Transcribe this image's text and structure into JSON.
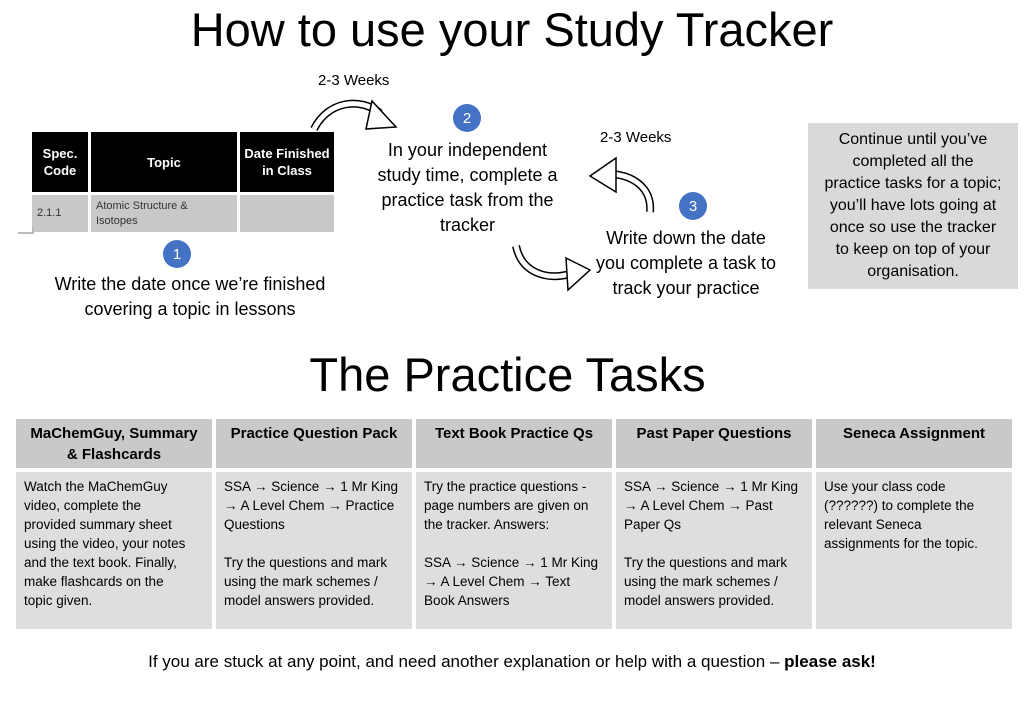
{
  "title": "How to use your Study Tracker",
  "mini_table": {
    "headers": [
      "Spec. Code",
      "Topic",
      "Date Finished in Class"
    ],
    "row": [
      "2.1.1",
      "Atomic Structure & Isotopes",
      ""
    ]
  },
  "steps": [
    {
      "number": "1",
      "text_lines": [
        "Write the date once we’re finished",
        "covering a topic in lessons"
      ]
    },
    {
      "number": "2",
      "text_lines": [
        "In your independent",
        "study time, complete a",
        "practice task from the",
        "tracker"
      ]
    },
    {
      "number": "3",
      "text_lines": [
        "Write down the date",
        "you complete a task to",
        "track your practice"
      ]
    }
  ],
  "weeks_label_1": "2-3 Weeks",
  "weeks_label_2": "2-3 Weeks",
  "note_lines": [
    "Continue until you’ve",
    "completed all the",
    "practice tasks for a topic;",
    "you’ll have lots going at",
    "once so use the tracker",
    "to keep on top of your",
    "organisation."
  ],
  "section_title": "The Practice Tasks",
  "tasks": [
    {
      "header_lines": [
        "MaChemGuy, Summary",
        "& Flashcards"
      ],
      "body": [
        [
          "Watch the MaChemGuy",
          "video, complete the",
          "provided summary sheet",
          "using the video, your notes",
          "and the text book. Finally,",
          "make flashcards on the",
          "topic given."
        ]
      ]
    },
    {
      "header_lines": [
        "Practice Question Pack"
      ],
      "body": [
        [
          "SSA → Science → 1 Mr King",
          "→ A Level Chem → Practice",
          "Questions"
        ],
        [
          "Try the questions and mark",
          "using the mark schemes /",
          "model answers provided."
        ]
      ]
    },
    {
      "header_lines": [
        "Text Book Practice Qs"
      ],
      "body": [
        [
          "Try the practice questions -",
          "page numbers are given on",
          "the tracker. Answers:"
        ],
        [
          "SSA → Science → 1 Mr King",
          "→ A Level Chem → Text",
          "Book Answers"
        ]
      ]
    },
    {
      "header_lines": [
        "Past Paper Questions"
      ],
      "body": [
        [
          "SSA → Science → 1 Mr King",
          "→ A Level Chem → Past",
          "Paper Qs"
        ],
        [
          "Try the questions and mark",
          "using the mark schemes /",
          "model answers provided."
        ]
      ]
    },
    {
      "header_lines": [
        "Seneca Assignment"
      ],
      "body": [
        [
          "Use your class code",
          "(??????) to complete the",
          "relevant Seneca",
          "assignments for the topic."
        ]
      ]
    }
  ],
  "footer": {
    "text": "If you are stuck at any point, and need another explanation or help with a question – ",
    "emphasis": "please ask!"
  }
}
